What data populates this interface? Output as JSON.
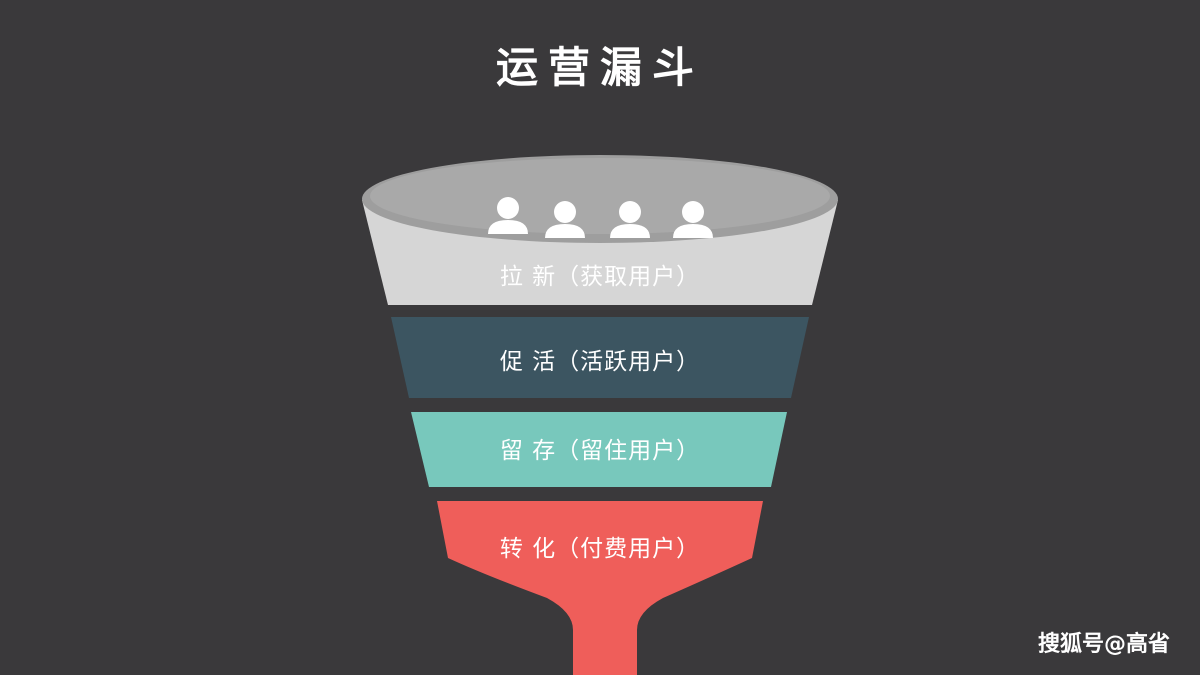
{
  "title": "运营漏斗",
  "stages": [
    {
      "label": "拉 新（获取用户）",
      "color": "#d6d6d6"
    },
    {
      "label": "促 活（活跃用户）",
      "color": "#3c5561"
    },
    {
      "label": "留 存（留住用户）",
      "color": "#78c8bc"
    },
    {
      "label": "转 化（付费用户）",
      "color": "#ef5e5a"
    }
  ],
  "icons": [
    "user-icon",
    "user-icon",
    "user-icon",
    "user-icon"
  ],
  "watermark": "搜狐号@高省"
}
